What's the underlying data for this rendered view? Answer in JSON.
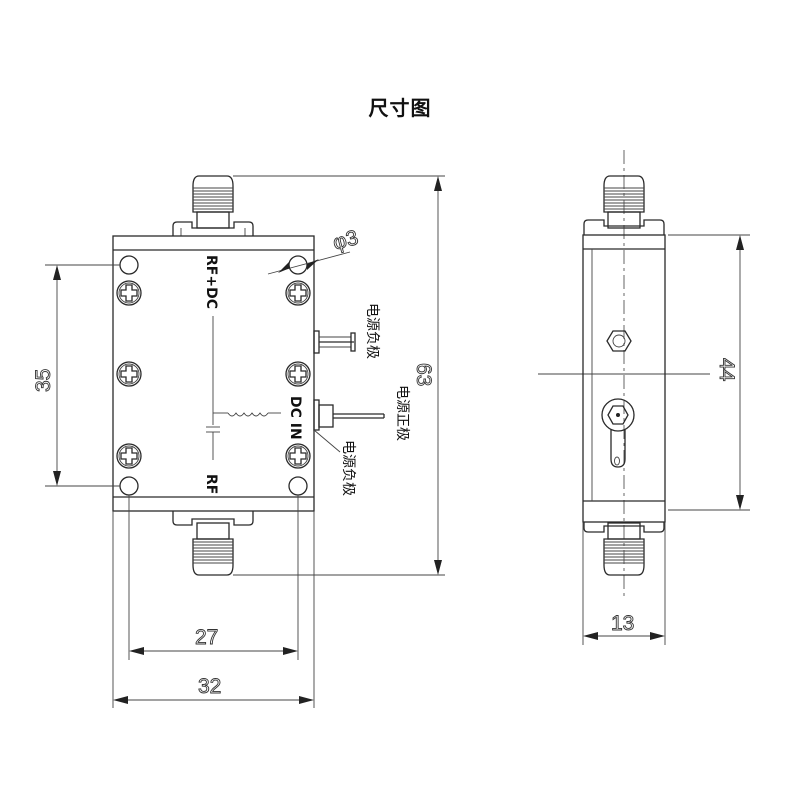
{
  "page": {
    "title": "尺寸图"
  },
  "front_view": {
    "port_top_label": "RF+DC",
    "port_bottom_label": "RF",
    "dc_input_label": "DC IN",
    "hole_callout": "φ3",
    "annotations": {
      "terminal_negative_upper": "电源负极",
      "terminal_positive": "电源正极",
      "terminal_negative_lower": "电源负极"
    },
    "dimensions": {
      "hole_spacing_vertical": "35",
      "overall_height": "63",
      "hole_spacing_horizontal": "27",
      "body_width": "32"
    }
  },
  "side_view": {
    "dimensions": {
      "body_height": "44",
      "body_depth": "13"
    }
  },
  "colors": {
    "line": "#2a2a2a",
    "background": "#ffffff",
    "text": "#111111"
  }
}
